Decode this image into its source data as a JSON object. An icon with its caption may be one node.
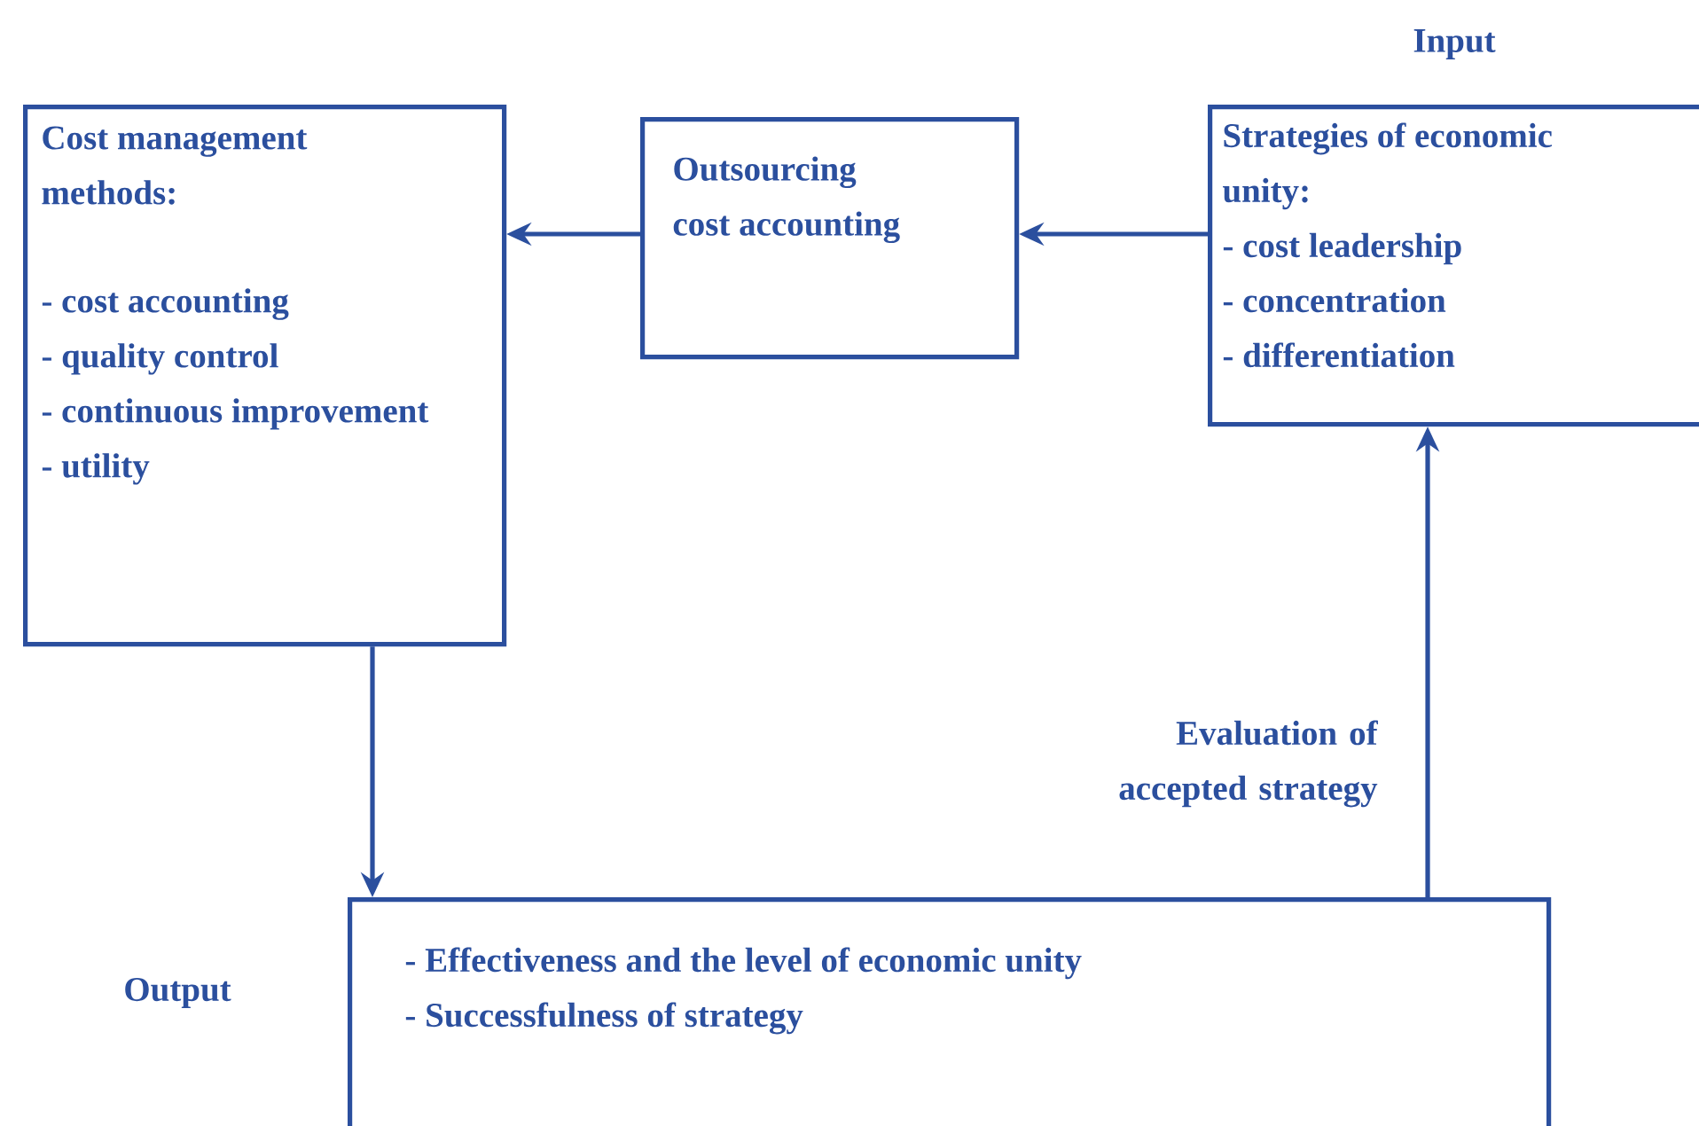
{
  "diagram": {
    "nodes": [
      {
        "text": [
          "Cost management methods:",
          "- cost accounting",
          "- quality control",
          "- continuous improvement",
          "- utility"
        ]
      },
      {
        "text": [
          "Outsourcing cost accounting"
        ]
      },
      {
        "text": [
          "Strategies of economic unity:",
          "- cost leadership",
          "- concentration",
          "- differentiation"
        ],
        "beside": [
          "Input"
        ]
      },
      {
        "text": [
          "- Effectiveness and the level of economic unity",
          "- Successfulness of strategy"
        ],
        "beside": [
          "Output"
        ]
      }
    ],
    "edges": [
      {
        "from": 1,
        "to": 0,
        "arrow": "to"
      },
      {
        "from": 2,
        "to": 1,
        "arrow": "to"
      },
      {
        "from": 0,
        "to": 3,
        "arrow": "to"
      },
      {
        "from": 3,
        "to": 2,
        "arrow": "to",
        "label": "Evaluation of accepted strategy"
      }
    ]
  }
}
